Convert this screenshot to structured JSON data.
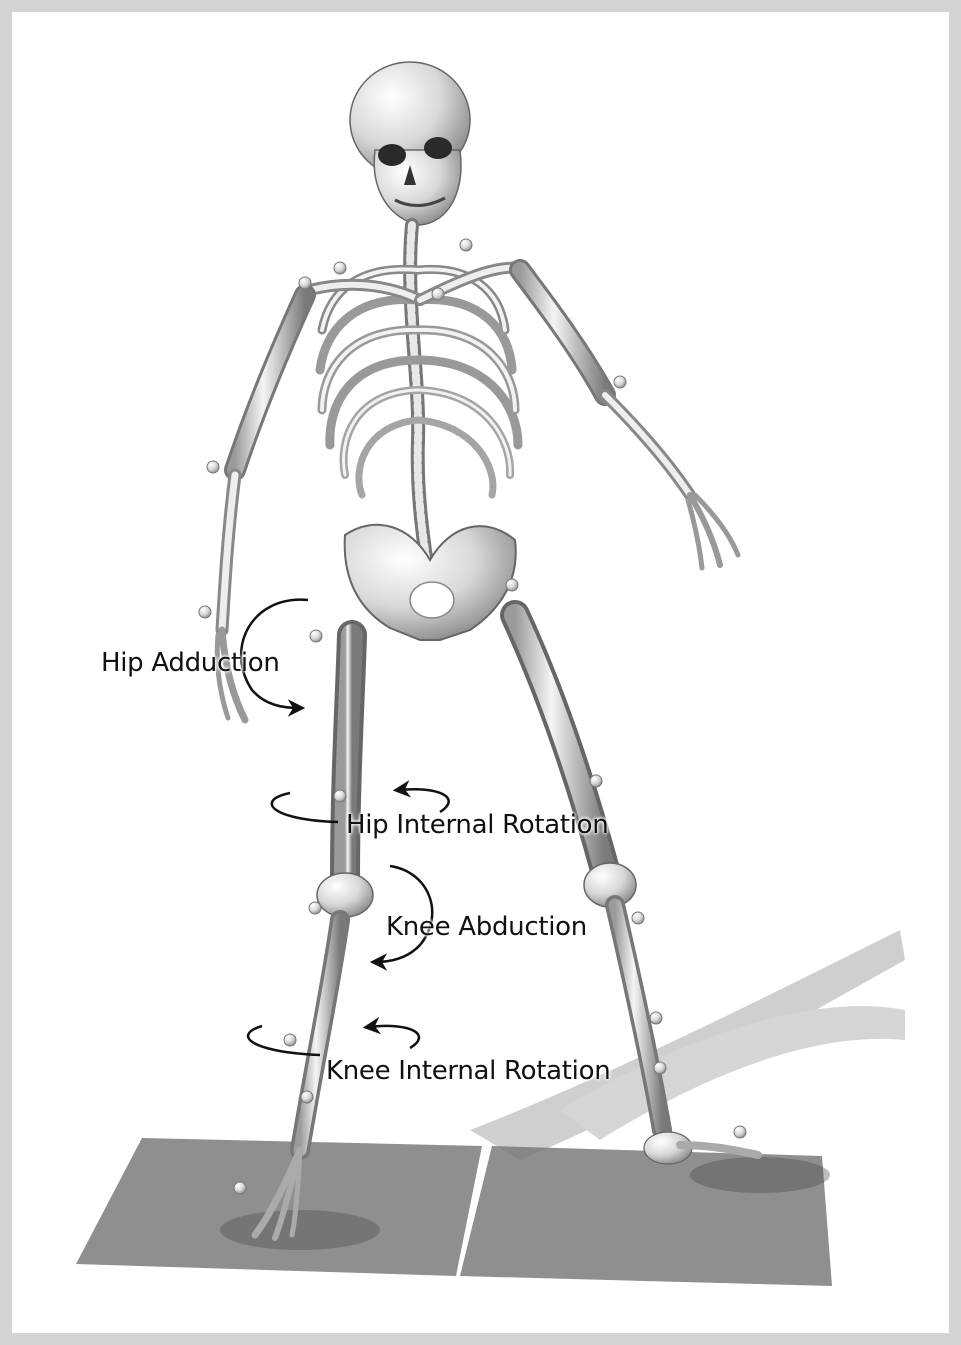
{
  "annotations": {
    "hip_adduction": "Hip Adduction",
    "hip_internal_rotation": "Hip Internal Rotation",
    "knee_abduction": "Knee Abduction",
    "knee_internal_rotation": "Knee Internal Rotation"
  },
  "colors": {
    "background_border": "#d4d4d4",
    "panel": "#ffffff",
    "floor_plate": "#8f8f8f",
    "bone": "#dcdcdc",
    "bone_shade": "#8c8c8c",
    "arrow": "#111111"
  }
}
